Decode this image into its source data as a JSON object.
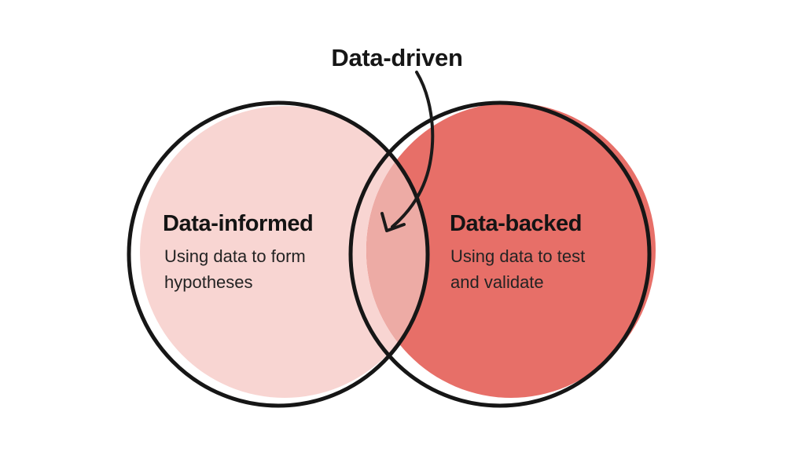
{
  "title": {
    "label": "Data-driven"
  },
  "venn": {
    "left": {
      "heading": "Data-informed",
      "description_line1": "Using data to form",
      "description_line2": "hypotheses"
    },
    "right": {
      "heading": "Data-backed",
      "description_line1": "Using data to test",
      "description_line2": "and validate"
    }
  },
  "icons": {
    "arrow": "curved-arrow-down-left"
  },
  "colors": {
    "background": "#ffffff",
    "outline": "#161616",
    "heading_text": "#141414",
    "body_text": "#232323",
    "left_fill": "#f8d5d2",
    "right_fill": "#e76f68",
    "overlap_fill": "#edaba5"
  }
}
